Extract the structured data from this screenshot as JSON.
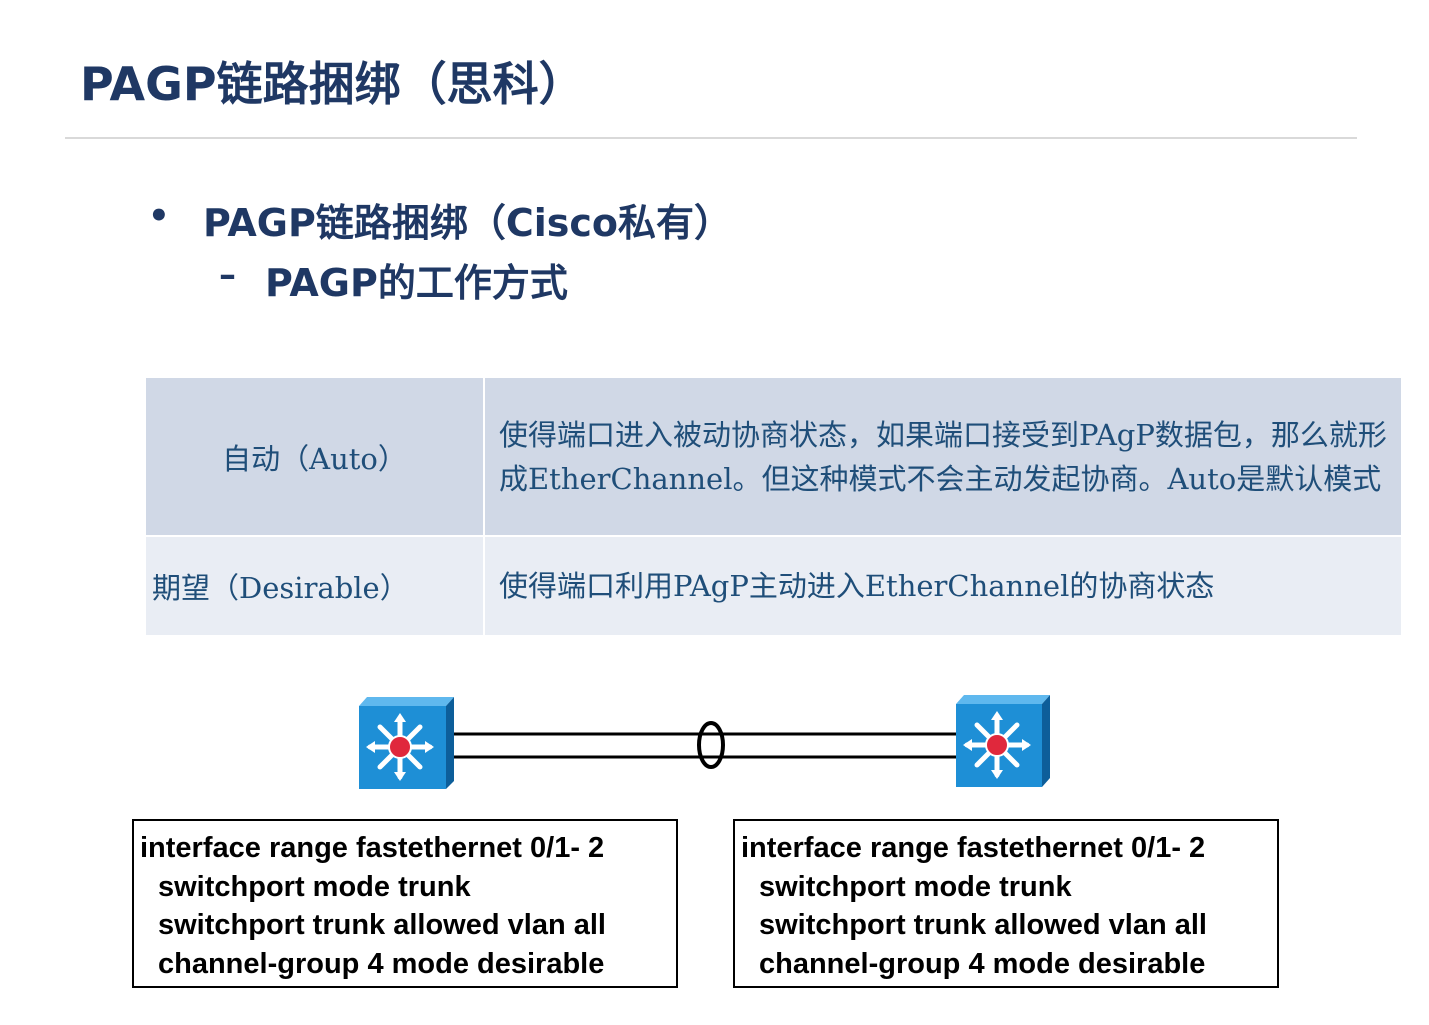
{
  "slide": {
    "title": "PAGP链路捆绑（思科）",
    "bullet": "PAGP链路捆绑（Cisco私有）",
    "sub_bullet": "PAGP的工作方式"
  },
  "modes_table": {
    "rows": [
      {
        "mode": "自动（Auto）",
        "description": "使得端口进入被动协商状态，如果端口接受到PAgP数据包，那么就形成EtherChannel。但这种模式不会主动发起协商。Auto是默认模式"
      },
      {
        "mode": "期望（Desirable）",
        "description": "使得端口利用PAgP主动进入EtherChannel的协商状态"
      }
    ]
  },
  "diagram": {
    "left_switch_icon": "multilayer-switch-icon",
    "right_switch_icon": "multilayer-switch-icon",
    "link": "etherchannel-bundle",
    "colors": {
      "switch_front": "#1e8fd6",
      "switch_top": "#5fb8ee",
      "switch_side": "#0d5e9a",
      "switch_center": "#e0283c"
    },
    "configs": [
      {
        "lines": [
          "interface range fastethernet 0/1- 2",
          "switchport mode trunk",
          "switchport trunk allowed vlan all",
          "channel-group 4 mode desirable"
        ]
      },
      {
        "lines": [
          "interface range fastethernet 0/1- 2",
          "switchport mode trunk",
          "switchport trunk allowed vlan all",
          "channel-group 4 mode desirable"
        ]
      }
    ]
  }
}
